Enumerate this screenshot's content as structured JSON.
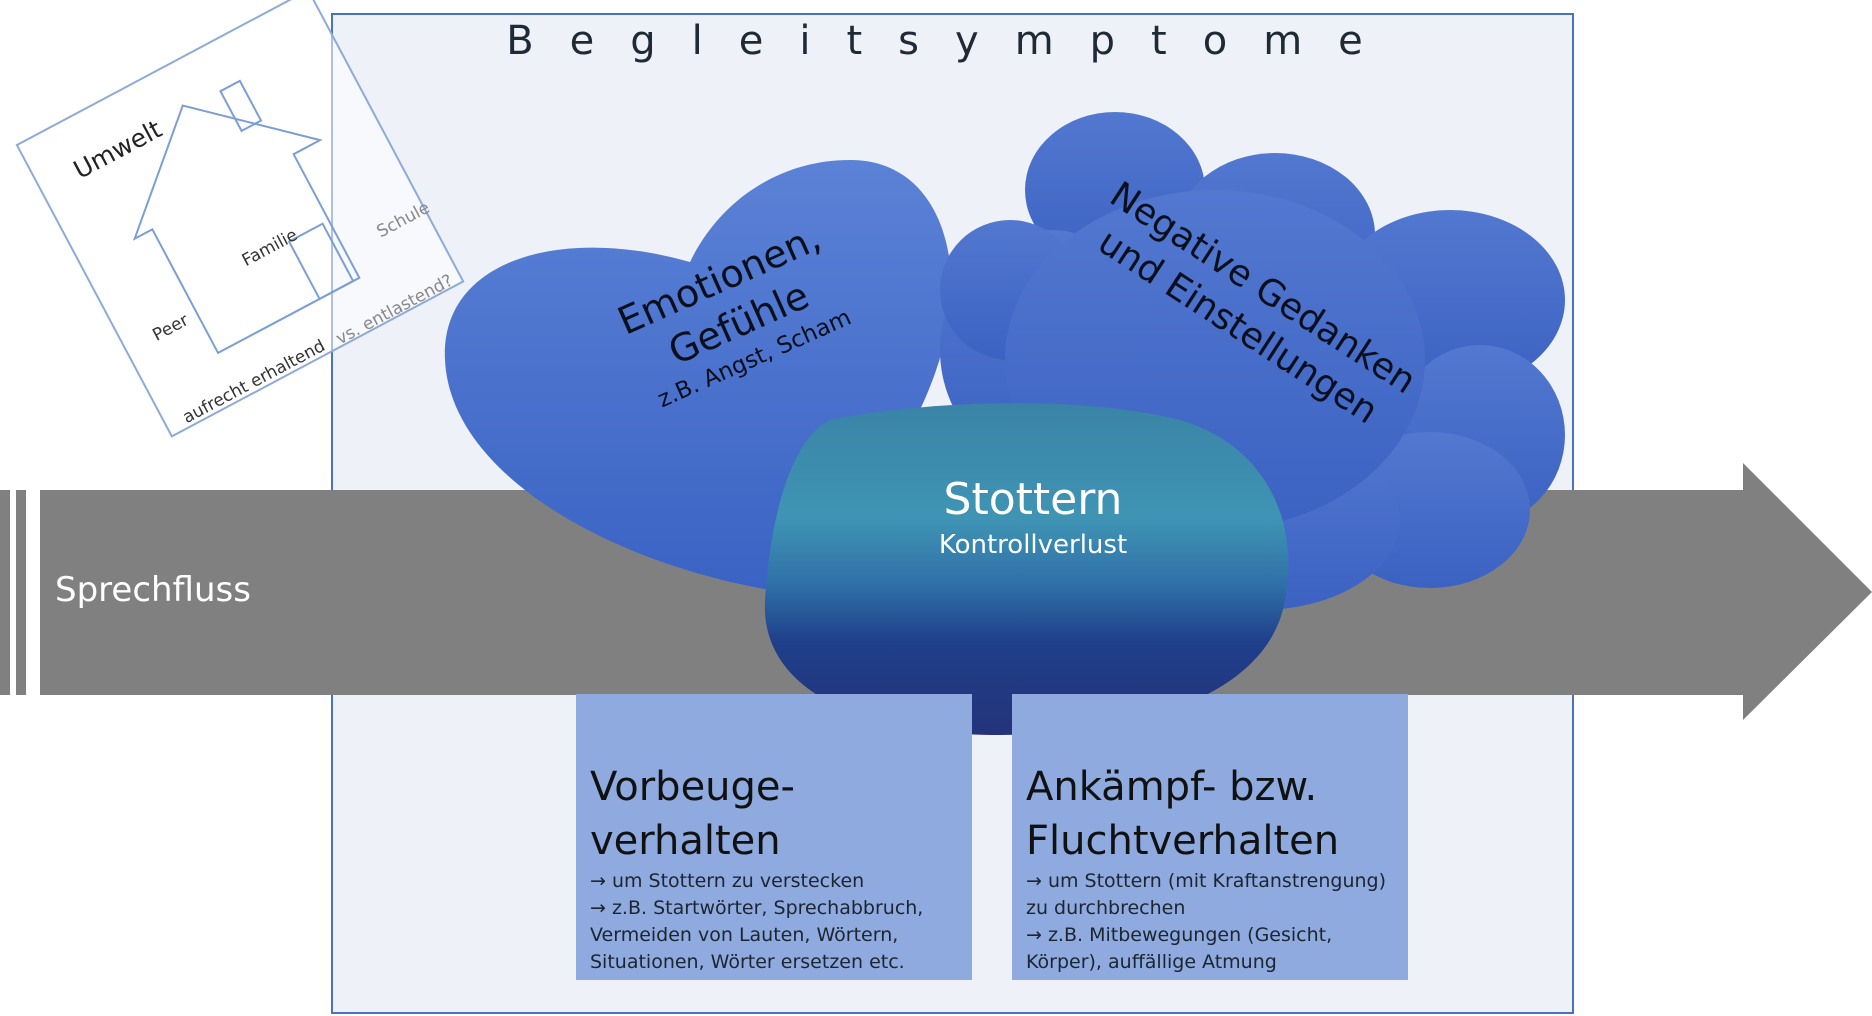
{
  "diagram": {
    "title": "Begleitsymptome",
    "flow_label": "Sprechfluss",
    "stone": {
      "title": "Stottern",
      "subtitle": "Kontrollverlust"
    },
    "heart": {
      "line1": "Emotionen,",
      "line2": "Gefühle",
      "line3": "z.B. Angst, Scham"
    },
    "cloud": {
      "line1": "Negative Gedanken",
      "line2": "und Einstellungen"
    },
    "box_left": {
      "title_line1": "Vorbeuge-",
      "title_line2": "verhalten",
      "lines": [
        "→ um Stottern zu verstecken",
        "→ z.B. Startwörter, Sprechabbruch,",
        "Vermeiden von Lauten, Wörtern,",
        "Situationen, Wörter ersetzen etc."
      ]
    },
    "box_right": {
      "title_line1": "Ankämpf- bzw.",
      "title_line2": "Fluchtverhalten",
      "lines": [
        "→ um Stottern (mit Kraftanstrengung)",
        "zu durchbrechen",
        "→ z.B. Mitbewegungen (Gesicht,",
        "Körper), auffällige Atmung"
      ]
    },
    "environment_card": {
      "title": "Umwelt",
      "family": "Familie",
      "peer": "Peer",
      "school": "Schule",
      "maintaining": "aufrecht erhaltend",
      "relieving": "vs. entlastend?"
    },
    "colors": {
      "frame_border": "#4a72c4",
      "frame_fill": "#eef1f8",
      "arrow": "#808080",
      "shape_blue": "#4470cc",
      "box_fill": "#8eaadf"
    }
  }
}
